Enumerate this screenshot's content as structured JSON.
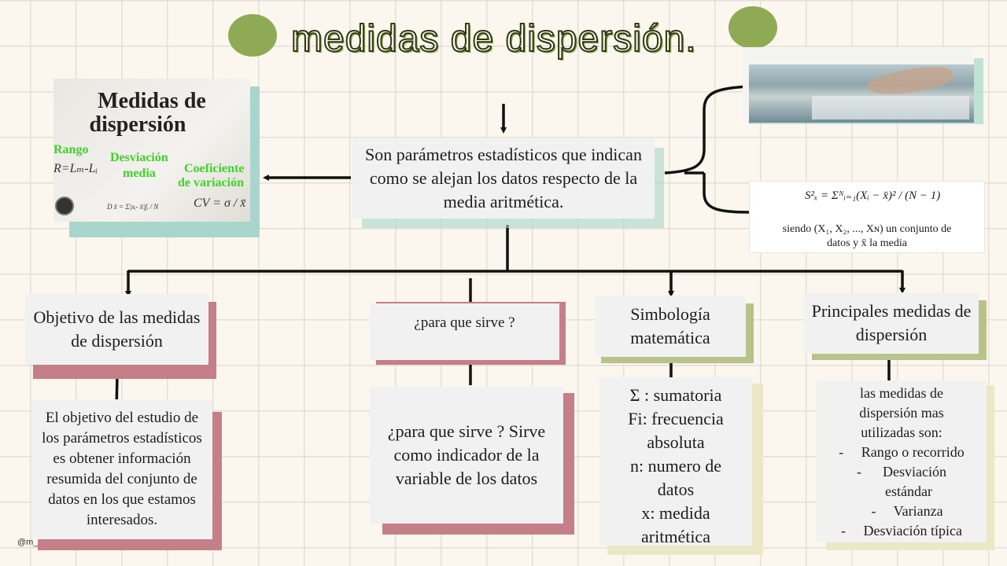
{
  "title": "medidas de dispersión.",
  "central": {
    "text": "Son parámetros estadísticos que indican como se alejan los datos respecto de la media aritmética."
  },
  "image_card": {
    "heading_line1": "Medidas de",
    "heading_line2": "dispersión",
    "rango_label": "Rango",
    "rango_formula": "R=Lₘ-Lᵢ",
    "desviacion_label_1": "Desviación",
    "desviacion_label_2": "media",
    "desviacion_formula": "D x̄ = Σ|xᵢ- x̄|fᵢ / N",
    "coef_label_1": "Coeficiente",
    "coef_label_2": "de variación",
    "coef_formula": "CV = σ / x̄"
  },
  "formula_card": {
    "formula": "S²ₓ = Σᴺᵢ₌₁(Xᵢ − x̄)² / (N − 1)",
    "caption_line1": "siendo (X₁, X₂, ..., Xɴ) un conjunto de",
    "caption_line2": "datos y x̄ la media"
  },
  "branches": {
    "objetivo": {
      "title": "Objetivo de las medidas de dispersión",
      "detail": "El objetivo del estudio de los parámetros estadísticos es obtener información resumida del conjunto de datos en los que estamos interesados."
    },
    "sirve": {
      "title": "¿para que sirve ?",
      "detail": "¿para que sirve ? Sirve como indicador de la variable de los datos"
    },
    "simbologia": {
      "title": "Simbología matemática",
      "lines": [
        "Σ : sumatoria",
        "Fi: frecuencia",
        "absoluta",
        "n: numero de",
        "datos",
        "x: medida",
        "aritmética"
      ]
    },
    "principales": {
      "title": "Principales medidas de dispersión",
      "intro_lines": [
        "las medidas de",
        "dispersión mas",
        "utilizadas son:"
      ],
      "items": [
        "-     Rango o recorrido",
        "-      Desviación",
        "estándar",
        "-     Varianza",
        "-     Desviación típica"
      ]
    }
  },
  "watermark": "@m_",
  "colors": {
    "accent_green": "#8faa55",
    "pink": "#c47f88",
    "teal": "#a8d6cc",
    "olive": "#b7c38a",
    "cream": "#ece7c5"
  }
}
